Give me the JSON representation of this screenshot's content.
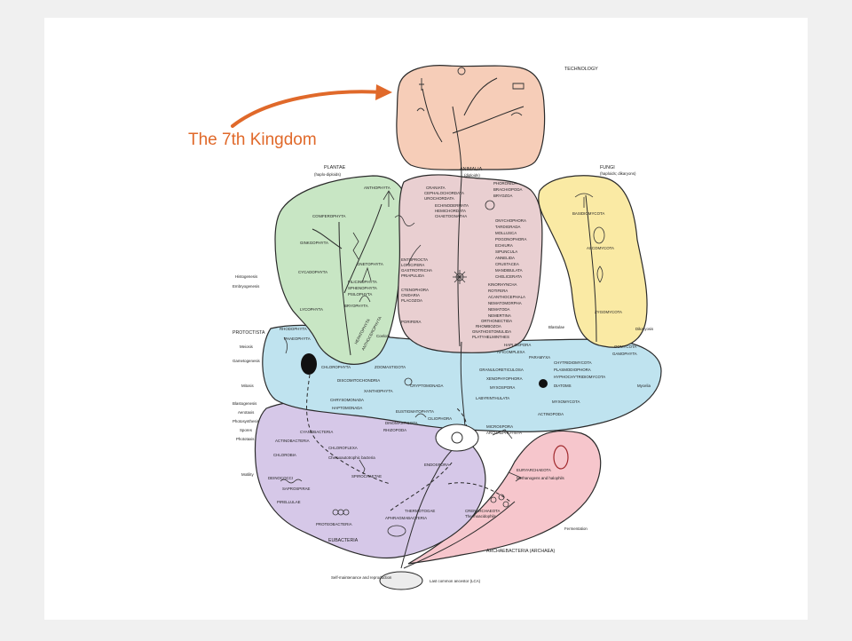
{
  "title": "The 7th Kingdom",
  "colors": {
    "page": "#f0f0f0",
    "card": "#ffffff",
    "arrow": "#e0692a",
    "technology": "#f6cdb8",
    "animalia": "#e9cfd1",
    "plantae": "#c8e6c4",
    "fungi": "#faeaa4",
    "protoctista": "#bfe3ef",
    "eubacteria": "#d6c8e8",
    "archaea": "#f6c6cc",
    "lca": "#ececec",
    "line": "#2a2a2a"
  },
  "kingdoms": {
    "technology": "TECHNOLOGY",
    "animalia": "ANIMALIA",
    "animalia_sub": "(diploids)",
    "plantae": "PLANTAE",
    "plantae_sub": "(haplo-diploids)",
    "fungi": "FUNGI",
    "fungi_sub": "(haploids; dikaryons)",
    "protoctista": "PROTOCTISTA",
    "eubacteria": "EUBACTERIA",
    "archaea": "ARCHAEBACTERIA (ARCHAEA)",
    "lca": "Last common ancestor (LCA)",
    "self": "Self-maintenance and reproduction"
  },
  "side_labels": {
    "histogenesis": "Histogenesis",
    "embryogenesis": "Embryogenesis",
    "meiosis": "Meiosis",
    "gametogenesis": "Gametogenesis",
    "mitosis": "Mitosis",
    "blastogenesis": "Blastogenesis",
    "aerotaxis": "Aerotaxis",
    "photosynthesis": "Photosynthesis",
    "spores": "Spores",
    "phototaxis": "Phototaxis",
    "motility": "Motility",
    "coelom": "Coelom",
    "blastulae": "Blastulae",
    "dikaryosis": "Dikaryosis",
    "mycelia": "Mycelia",
    "fermentation": "Fermentation"
  },
  "plantae_phyla": [
    "ANTHOPHYTA",
    "CONIFEROPHYTA",
    "GINKGOPHYTA",
    "GNETOPHYTA",
    "CYCADOPHYTA",
    "FILICINOPHYTA",
    "SPHENOPHYTA",
    "PSILOPHYTA",
    "LYCOPHYTA",
    "BRYOPHYTA",
    "HEPATOPHYTA",
    "ANTHOCEROPHYTA"
  ],
  "animalia_phyla": {
    "left": [
      "CRANIATA",
      "CEPHALOCHORDATA",
      "UROCHORDATA",
      "ECHINODERMATA",
      "HEMICHORDATA",
      "CHAETOGNATHA",
      "ENTOPROCTA",
      "LORICIFERA",
      "GASTROTRICHA",
      "PRIAPULIDA",
      "CTENOPHORA",
      "CNIDARIA",
      "PLACOZOA",
      "PORIFERA"
    ],
    "right": [
      "PHORONIDA",
      "BRACHIOPODA",
      "BRYOZOA",
      "ONYCHOPHORA",
      "TARDIGRADA",
      "MOLLUSCA",
      "POGONOPHORA",
      "ECHIURA",
      "SIPUNCULA",
      "ANNELIDA",
      "CRUSTACEA",
      "MANDIBULATA",
      "CHELICERATA",
      "KINORHYNCHA",
      "ROTIFERA",
      "ACANTHOCEPHALA",
      "NEMATOMORPHA",
      "NEMATODA",
      "NEMERTINA",
      "ORTHONECTIDA",
      "RHOMBOZOA",
      "GNATHOSTOMULIDA",
      "PLATYHELMINTHES"
    ]
  },
  "fungi_phyla": [
    "BASIDIOMYCOTA",
    "ASCOMYCOTA",
    "ZYGOMYCOTA"
  ],
  "protoctista_phyla": [
    "RHODOPHYTA",
    "PHAEOPHYTA",
    "CHLOROPHYTA",
    "ZOOMASTIGOTA",
    "DISCOMITOCHONDRIA",
    "CRYPTOMONADA",
    "GRANULORETICULOSA",
    "XENOPHYOPHORA",
    "MYXOSPORA",
    "LABYRINTHULATA",
    "HAPLOSPORA",
    "APICOMPLEXA",
    "PARAMYXA",
    "OOMYCOTA",
    "CHYTRIDIOMYCOTA",
    "GAMOPHYTA",
    "PLASMODIOPHORA",
    "HYPHOCHYTRIDIOMYCOTA",
    "DIATOMS",
    "MYXOMYCOTA",
    "ACTINOPODA",
    "CHRYSOMONADA",
    "XANTHOPHYTA",
    "HAPTOMONADA",
    "EUSTIGMATOPHYTA",
    "DINOMASTIGOTA",
    "RHIZOPODA",
    "CILIOPHORA",
    "MICROSPORA",
    "ARCHAEPROTISTA"
  ],
  "eubacteria_groups": [
    "CYANOBACTERIA",
    "ACTINOBACTERIA",
    "CHLOROFLEXA",
    "CHLOROBIA",
    "Chemoautotrophic bacteria",
    "DEINOCOCCI",
    "ENDOSPORA",
    "SAPROSPIRAE",
    "SPIROCHAETAE",
    "PIRELLULAE",
    "THERMOTOGAE",
    "PROTEOBACTERIA",
    "APHRAGMABACTERIA"
  ],
  "archaea_groups": [
    "EURYARCHAEOTA",
    "Methanogens and halophils",
    "CRENARCHAEOTA",
    "Thermoacidophils"
  ]
}
